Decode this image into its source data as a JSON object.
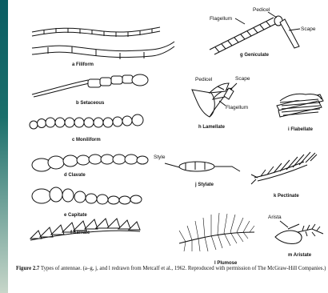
{
  "panels": {
    "a": "a Filiform",
    "b": "b Setaceous",
    "c": "c Moniliform",
    "d": "d Clavate",
    "e": "e Capitate",
    "f": "f Serrate",
    "g": "g Geniculate",
    "h": "h Lamellate",
    "i": "i Flabellate",
    "j": "j Stylate",
    "k": "k Pectinate",
    "l": "l Plumose",
    "m": "m Aristate"
  },
  "parts": {
    "pedicel_g": "Pedicel",
    "flagellum_g": "Flagellum",
    "scape_g": "Scape",
    "pedicel_h": "Pedicel",
    "scape_h": "Scape",
    "flagellum_h": "Flagellum",
    "style_j": "Style",
    "arista_m": "Arista"
  },
  "caption": {
    "figure_label": "Figure 2.7",
    "text": "Types of antennae. (a–g, j, and l redrawn from Metcalf et al., 1962. Reproduced with permission of The McGraw-Hill Companies.)"
  }
}
